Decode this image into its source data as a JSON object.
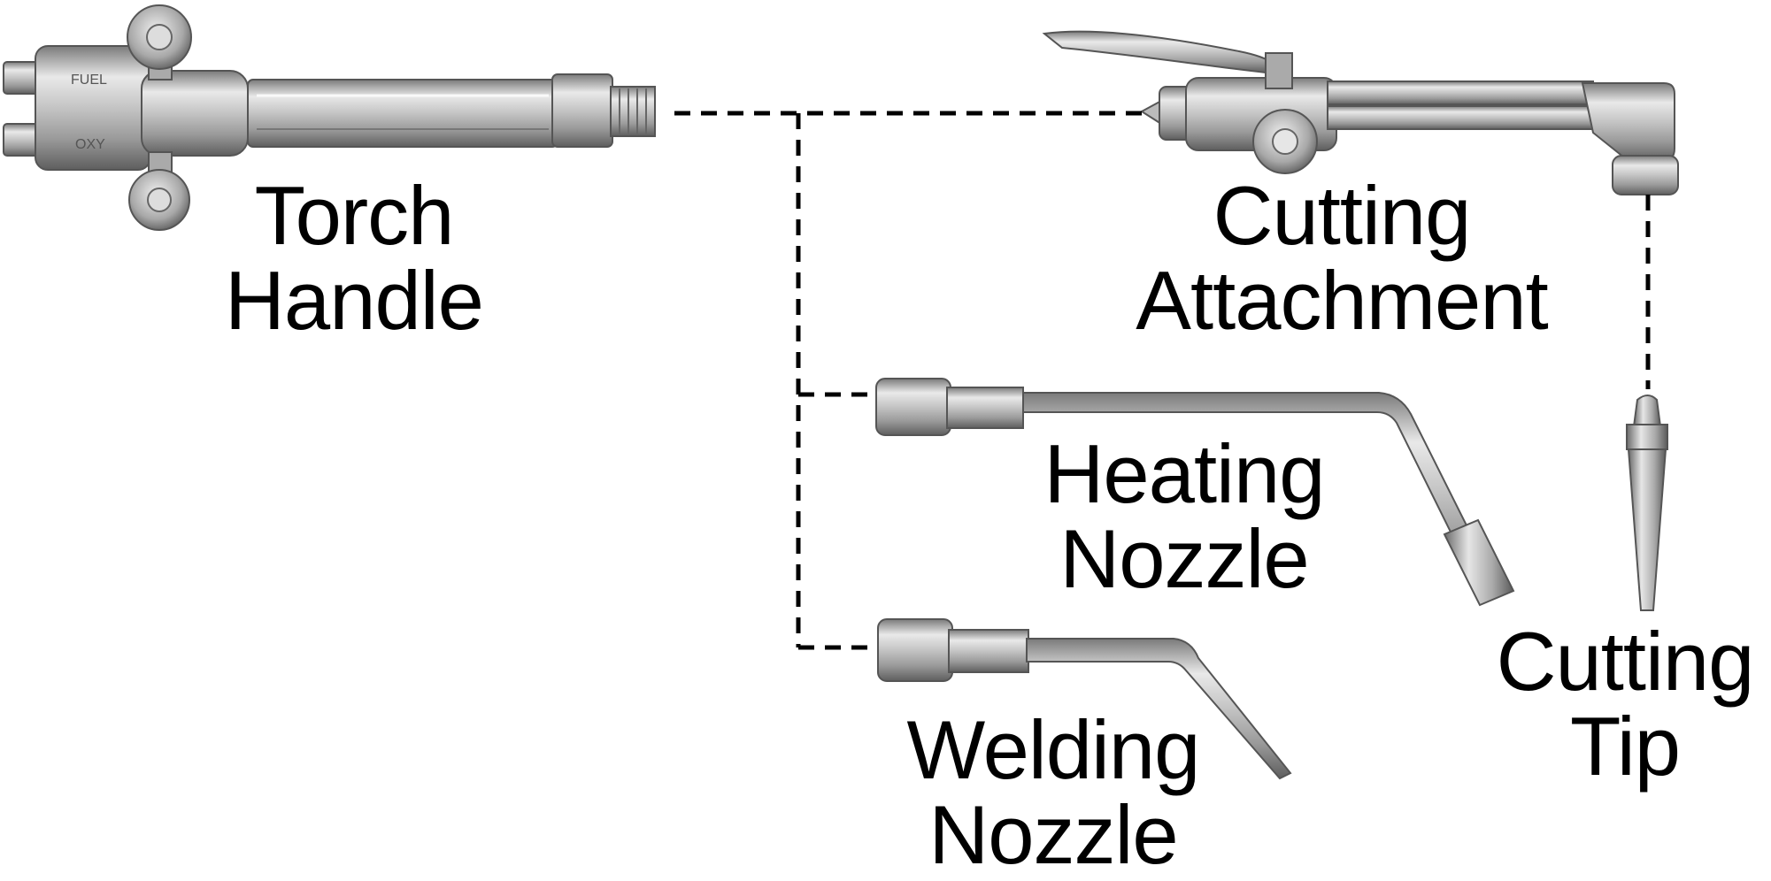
{
  "labels": {
    "torch_handle": [
      "Torch",
      "Handle"
    ],
    "cutting_attachment": [
      "Cutting",
      "Attachment"
    ],
    "heating_nozzle": [
      "Heating",
      "Nozzle"
    ],
    "welding_nozzle": [
      "Welding",
      "Nozzle"
    ],
    "cutting_tip": [
      "Cutting",
      "Tip"
    ]
  },
  "knob_text": {
    "fuel": "FUEL",
    "oxy": "OXY"
  },
  "colors": {
    "metal_dark": "#6e6e6e",
    "metal_mid": "#b5b5b5",
    "metal_light": "#ececec",
    "connector": "#000000",
    "text": "#000000"
  }
}
